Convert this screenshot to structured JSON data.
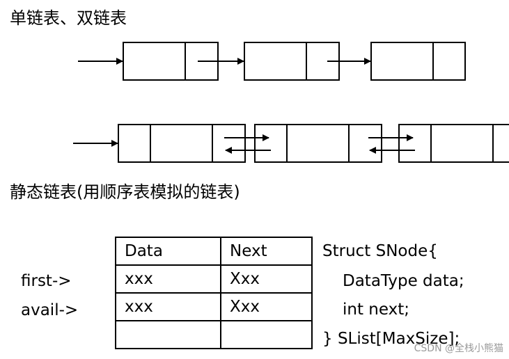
{
  "headings": {
    "linked_lists": "单链表、双链表",
    "static_list": "静态链表(用顺序表模拟的链表)"
  },
  "pointers": {
    "first": "first->",
    "avail": "avail->"
  },
  "table": {
    "header": [
      "Data",
      "Next"
    ],
    "rows": [
      [
        "xxx",
        "Xxx"
      ],
      [
        "xxx",
        "Xxx"
      ],
      [
        "",
        ""
      ]
    ]
  },
  "code": [
    "Struct SNode{",
    "DataType data;",
    "int next;",
    "} SList[MaxSize];"
  ],
  "watermark": "CSDN @全栈小熊猫"
}
